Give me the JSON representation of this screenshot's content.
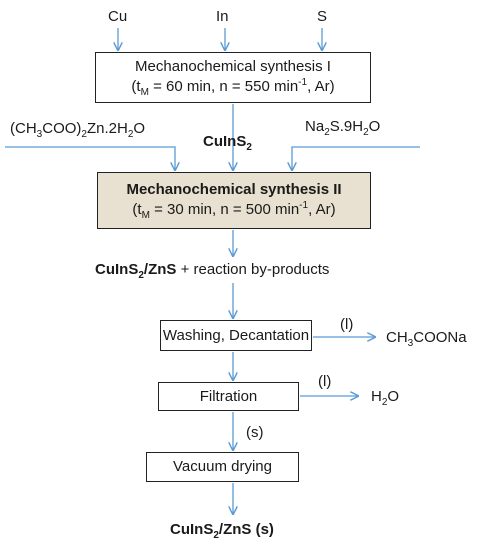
{
  "diagram": {
    "inputs_top": {
      "cu": "Cu",
      "in": "In",
      "s": "S"
    },
    "box1": {
      "title": "Mechanochemical synthesis I",
      "params": {
        "t": "t",
        "t_sub": "M",
        "rest_a": " = 60 min, n = 550 min",
        "exp": "-1",
        "rest_b": ", Ar)"
      }
    },
    "reagent_left": {
      "a": "(CH",
      "a_sub": "3",
      "b": "COO)",
      "b_sub": "2",
      "c": "Zn.2H",
      "c_sub": "2",
      "d": "O"
    },
    "reagent_right": {
      "a": "Na",
      "a_sub": "2",
      "b": "S.9H",
      "b_sub": "2",
      "c": "O"
    },
    "intermediate": {
      "a": "CuInS",
      "a_sub": "2"
    },
    "box2": {
      "title": "Mechanochemical synthesis II",
      "params": {
        "t": "t",
        "t_sub": "M",
        "rest_a": " = 30 min, n = 500 min",
        "exp": "-1",
        "rest_b": ", Ar)"
      }
    },
    "product_mid": {
      "a": "CuInS",
      "a_sub": "2",
      "b": "/ZnS",
      "c": " + reaction by-products"
    },
    "box3": {
      "label": "Washing, Decantation"
    },
    "phase_l1": "(l)",
    "byproduct1": {
      "a": "CH",
      "a_sub": "3",
      "b": "COONa"
    },
    "box4": {
      "label": "Filtration"
    },
    "phase_l2": "(l)",
    "byproduct2": {
      "a": "H",
      "a_sub": "2",
      "b": "O"
    },
    "phase_s": "(s)",
    "box5": {
      "label": "Vacuum drying"
    },
    "final": {
      "a": "CuInS",
      "a_sub": "2",
      "b": "/ZnS (s)"
    }
  },
  "colors": {
    "arrow": "#5b9bd5",
    "box_border": "#222222",
    "box2_fill": "#e8e0d0"
  }
}
